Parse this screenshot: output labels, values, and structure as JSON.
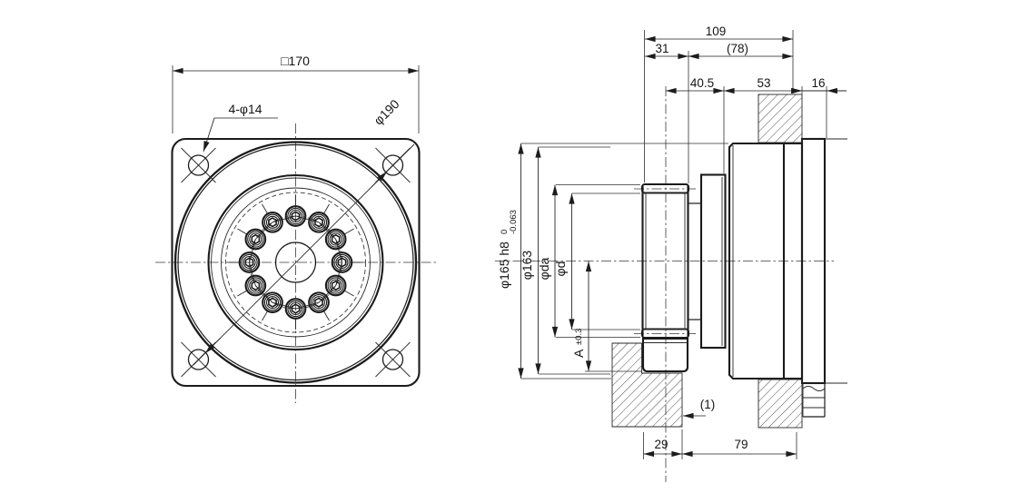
{
  "drawing": {
    "front_view": {
      "square_size": "□170",
      "corner_holes": "4-φ14",
      "hole_circle": "φ190"
    },
    "side_view": {
      "top": {
        "overall_length": "109",
        "front_width": "31",
        "rear_length": "(78)",
        "gear_offset": "40.5",
        "body_length": "53",
        "pilot_length": "16"
      },
      "left": {
        "pilot_dia": "φ165 h8",
        "pilot_tol_upper": "0",
        "pilot_tol_lower": "-0.063",
        "recess_dia": "φ163",
        "tip_dia": "φda",
        "ref_dia": "φd",
        "center_height": "A",
        "center_height_tol": "±0.3"
      },
      "bottom": {
        "front_offset": "29",
        "rear_offset": "79",
        "shim_gap": "(1)"
      }
    }
  }
}
